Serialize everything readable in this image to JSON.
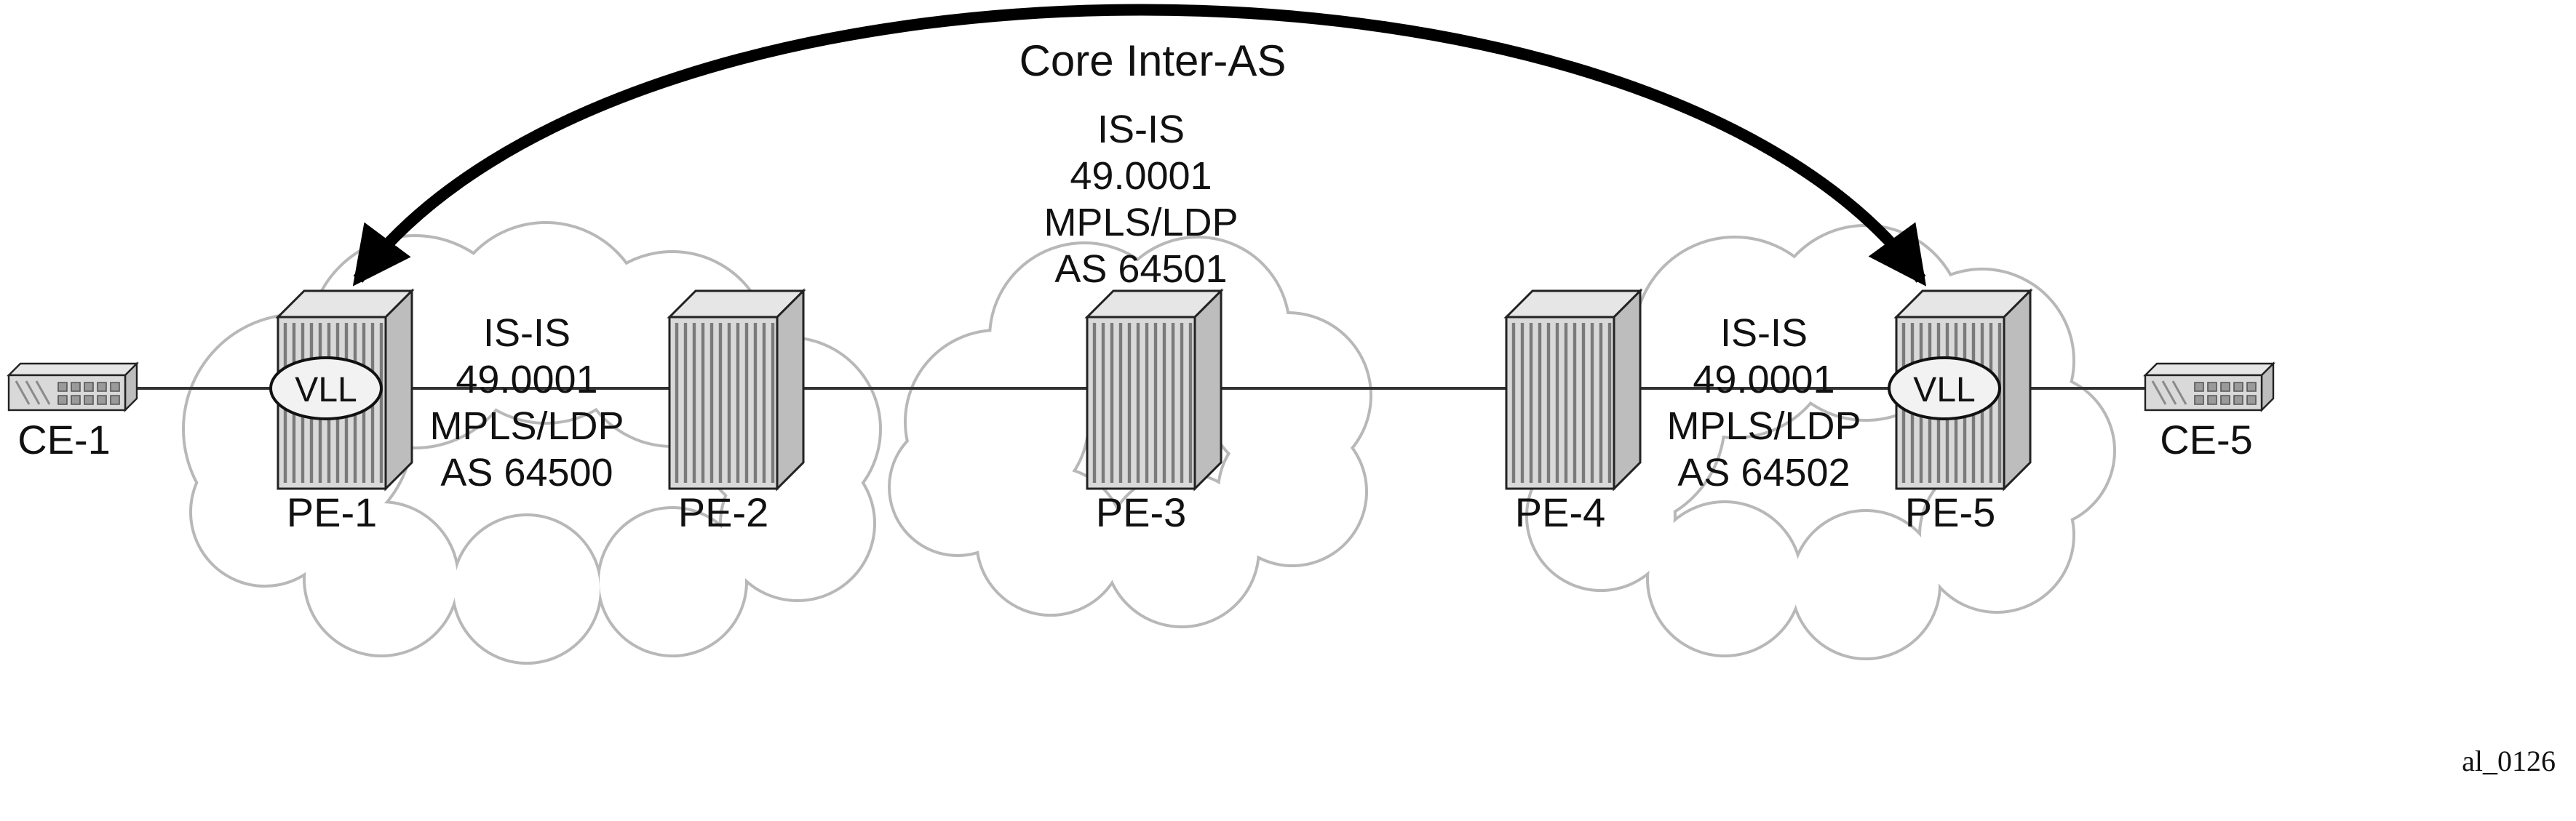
{
  "diagram": {
    "title_label": "Core Inter-AS",
    "watermark": "al_0126",
    "colors": {
      "cloud_stroke": "#b8b8b8",
      "cloud_fill": "#ffffff",
      "arrow": "#000000",
      "line": "#333333",
      "router_front": "#d9d9d9",
      "router_top": "#e6e6e6",
      "router_side": "#bdbdbd"
    },
    "devices": {
      "ce1": {
        "label": "CE-1"
      },
      "pe1": {
        "label": "PE-1",
        "overlay": "VLL"
      },
      "pe2": {
        "label": "PE-2"
      },
      "pe3": {
        "label": "PE-3"
      },
      "pe4": {
        "label": "PE-4"
      },
      "pe5": {
        "label": "PE-5",
        "overlay": "VLL"
      },
      "ce5": {
        "label": "CE-5"
      }
    },
    "clouds": {
      "left": {
        "lines": [
          "IS-IS",
          "49.0001",
          "MPLS/LDP",
          "AS 64500"
        ]
      },
      "middle": {
        "lines": [
          "IS-IS",
          "49.0001",
          "MPLS/LDP",
          "AS 64501"
        ]
      },
      "right": {
        "lines": [
          "IS-IS",
          "49.0001",
          "MPLS/LDP",
          "AS 64502"
        ]
      }
    }
  }
}
